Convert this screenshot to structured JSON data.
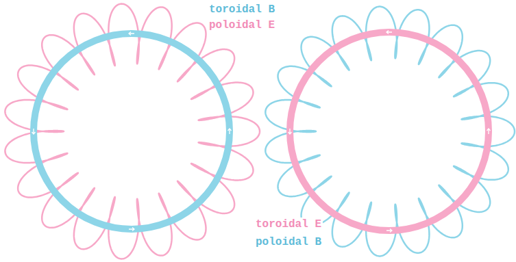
{
  "diagram": {
    "labels": [
      "toroidal B",
      "poloidal E",
      "toroidal E",
      "poloidal B"
    ]
  }
}
